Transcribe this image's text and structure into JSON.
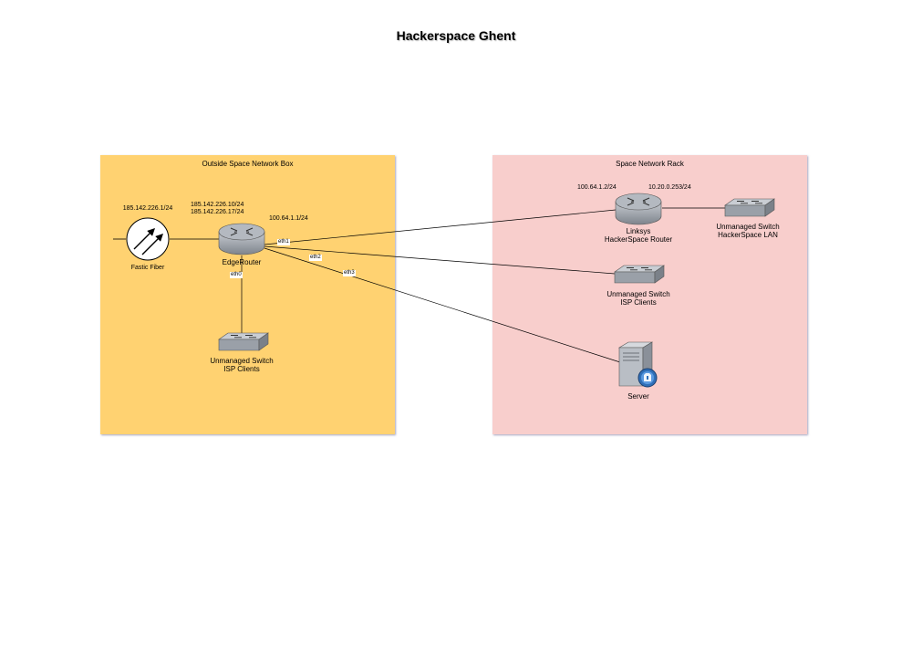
{
  "title": "Hackerspace Ghent",
  "colors": {
    "outside_box_fill": "#ffd271",
    "rack_box_fill": "#f8cecc",
    "wire": "#000000",
    "device_gray": "#9aa0a8"
  },
  "groups": {
    "outside": {
      "label": "Outside Space Network Box"
    },
    "rack": {
      "label": "Space Network Rack"
    }
  },
  "devices": {
    "fiber": {
      "icon": "fiber-optic-icon",
      "label": "Fastic Fiber",
      "ip": "185.142.226.1/24"
    },
    "edgerouter": {
      "icon": "router-icon",
      "label": "EdgeRouter",
      "ip_line1": "185.142.226.10/24",
      "ip_line2": "185.142.226.17/24",
      "ip_eth1": "100.64.1.1/24"
    },
    "outside_switch": {
      "icon": "switch-icon",
      "label_line1": "Unmanaged Switch",
      "label_line2": "ISP Clients"
    },
    "linksys": {
      "icon": "router-icon",
      "label_line1": "Linksys",
      "label_line2": "HackerSpace Router",
      "ip_wan": "100.64.1.2/24",
      "ip_lan": "10.20.0.253/24"
    },
    "lan_switch": {
      "icon": "switch-icon",
      "label_line1": "Unmanaged Switch",
      "label_line2": "HackerSpace LAN"
    },
    "rack_switch": {
      "icon": "switch-icon",
      "label_line1": "Unmanaged Switch",
      "label_line2": "ISP Clients"
    },
    "server": {
      "icon": "server-icon",
      "label": "Server"
    }
  },
  "ports": {
    "eth0": "eth0",
    "eth1": "eth1",
    "eth2": "eth2",
    "eth3": "eth3"
  }
}
